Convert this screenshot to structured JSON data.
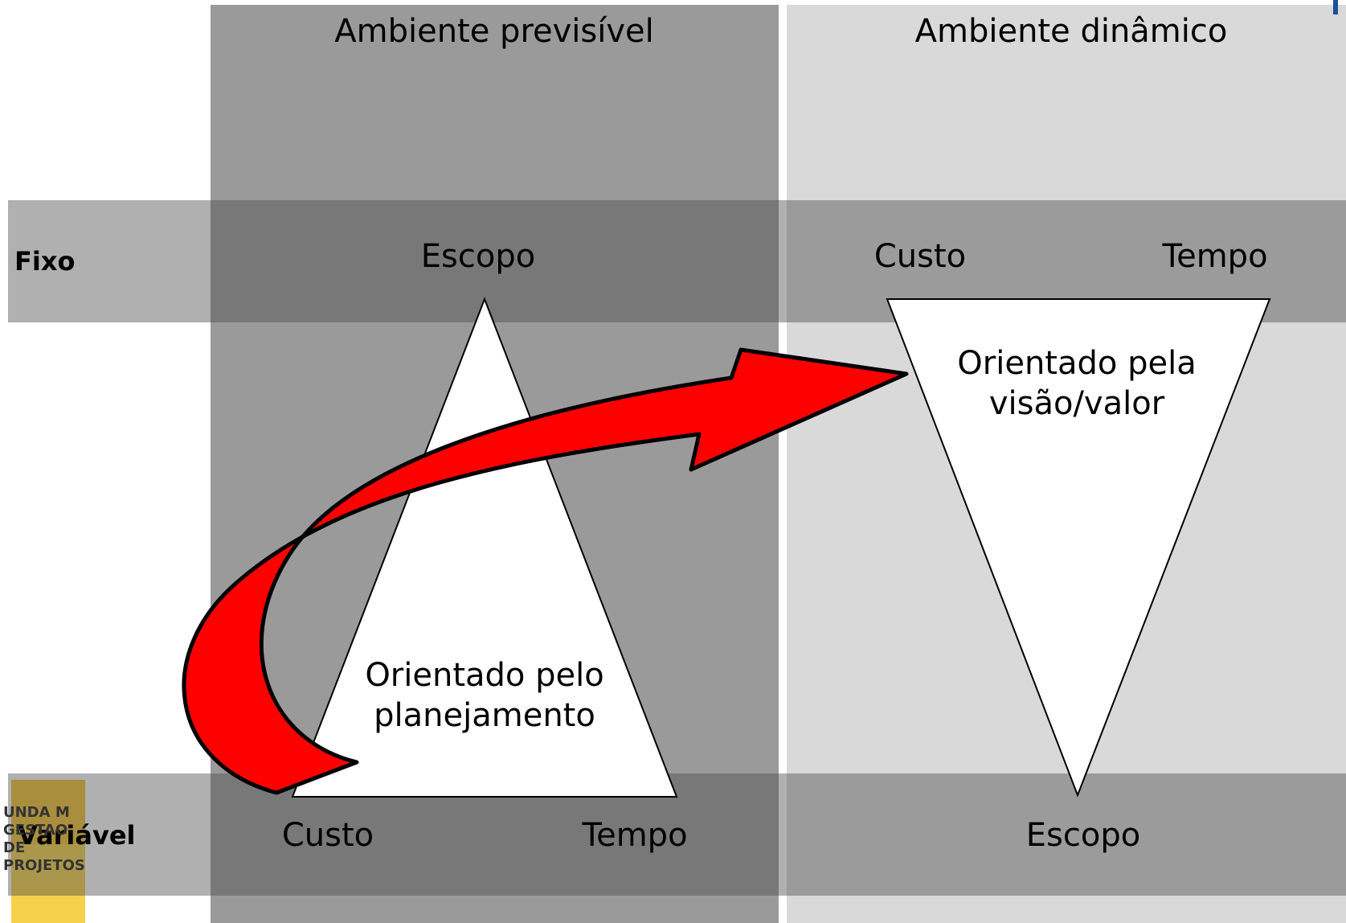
{
  "columns": {
    "left_header": "Ambiente previsível",
    "right_header": "Ambiente dinâmico"
  },
  "rows": {
    "top_label": "Fixo",
    "bottom_label": "Variável"
  },
  "left": {
    "top_item": "Escopo",
    "bottom_items": [
      "Custo",
      "Tempo"
    ],
    "triangle_label_lines": [
      "Orientado pelo",
      "planejamento"
    ]
  },
  "right": {
    "top_items": [
      "Custo",
      "Tempo"
    ],
    "bottom_item": "Escopo",
    "triangle_label_lines": [
      "Orientado pela",
      "visão/valor"
    ]
  },
  "colors": {
    "left_column": "#9a9a9a",
    "right_column": "#d9d9d9",
    "band": "#5a5a5a",
    "arrow_fill": "#ff0000",
    "arrow_stroke": "#000000",
    "triangle_fill": "#ffffff"
  },
  "book_cover": {
    "visible_text": "UNDA M GESTAO DE PROJETOS"
  }
}
